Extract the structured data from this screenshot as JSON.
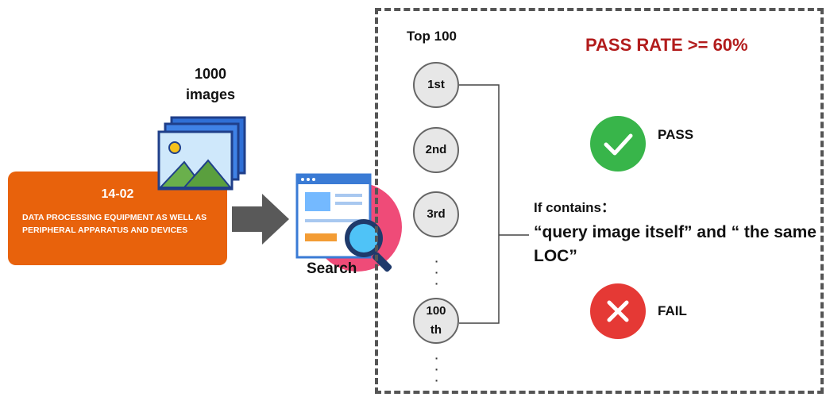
{
  "category": {
    "code": "14-02",
    "description": "DATA PROCESSING EQUIPMENT AS WELL AS PERIPHERAL APPARATUS AND DEVICES"
  },
  "images": {
    "count_line1": "1000",
    "count_line2": "images"
  },
  "search": {
    "label": "Search"
  },
  "results": {
    "title": "Top 100",
    "ranks": [
      "1st",
      "2nd",
      "3rd",
      "100\nth"
    ]
  },
  "criteria": {
    "pass_rate": "PASS RATE >= 60%",
    "condition_intro": "If contains：",
    "condition_text": "“query image itself” and “ the same LOC”",
    "pass_label": "PASS",
    "fail_label": "FAIL"
  },
  "colors": {
    "category_box": "#e8620c",
    "pass_rate_text": "#b21c1c",
    "pass_icon": "#38b54a",
    "fail_icon": "#e53935",
    "arrow": "#595959"
  },
  "icons": [
    "image-stack-icon",
    "arrow-right-icon",
    "search-document-icon",
    "check-icon",
    "x-icon"
  ]
}
